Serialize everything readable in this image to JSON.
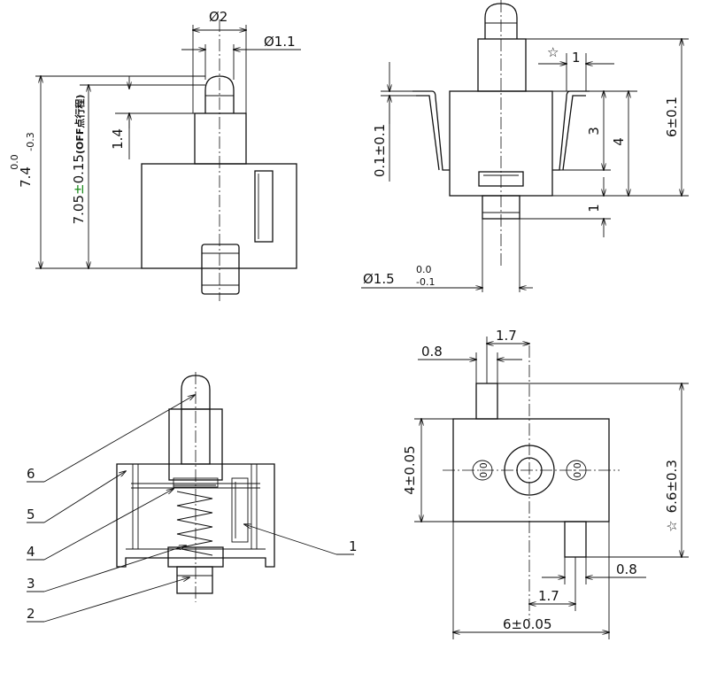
{
  "front": {
    "dia2": "Ø2",
    "dia11": "Ø1.1",
    "total_height": "7.4",
    "total_tol_upper": "0.0",
    "total_tol_lower": "-0.3",
    "free_height": "7.05",
    "pm": "±",
    "free_tol": "0.15",
    "free_note": "(OFF点行程)",
    "dim14": "1.4"
  },
  "side": {
    "star": "☆",
    "term_offset": "1",
    "height": "6±0.1",
    "body_h": "4",
    "term_h": "3",
    "pin_len": "1",
    "term_thk": "0.1±0.1",
    "pin_dia": "Ø1.5",
    "pin_tol_upper": "0.0",
    "pin_tol_lower": "-0.1"
  },
  "callouts": [
    "6",
    "5",
    "4",
    "3",
    "2",
    "1"
  ],
  "top": {
    "hole_mark": "0.0",
    "offset_top": "1.7",
    "pin_w_top": "0.8",
    "body_w": "4±0.05",
    "star": "☆",
    "overall": "6.6±0.3",
    "pin_w_bottom": "0.8",
    "offset_bottom": "1.7",
    "body_l": "6±0.05"
  }
}
